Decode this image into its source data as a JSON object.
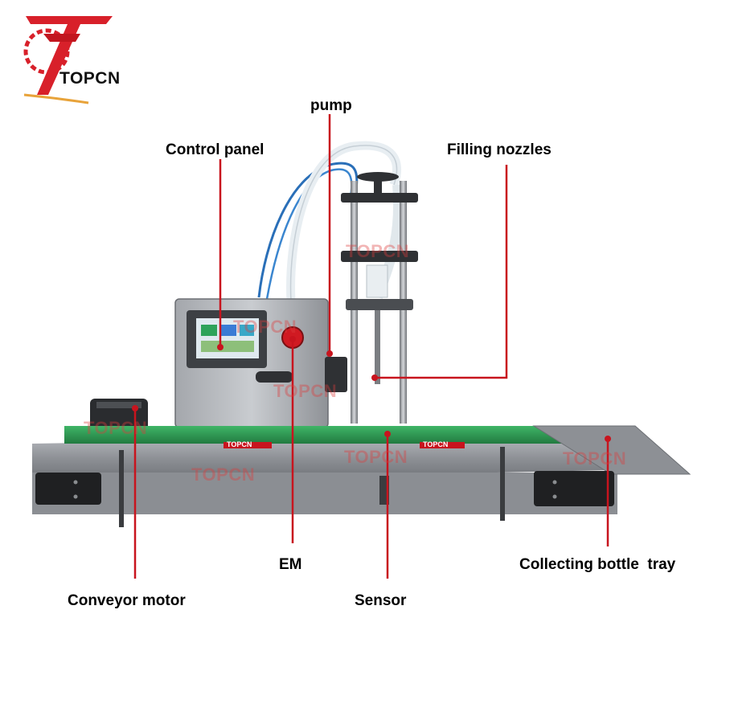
{
  "brand": {
    "name": "TOPCN",
    "accent": "#d8202a",
    "secondary": "#e8a33a"
  },
  "labels": {
    "pump": "pump",
    "control_panel": "Control panel",
    "filling_nozzles": "Filling nozzles",
    "em": "EM",
    "collecting_tray": "Collecting bottle  tray",
    "conveyor_motor": "Conveyor motor",
    "sensor": "Sensor"
  },
  "watermark": "TOPCN",
  "belt_tag": "TOPCN",
  "colors": {
    "leader_line": "#c8141e",
    "belt": "#2e9a52",
    "steel": "#8e9196"
  }
}
